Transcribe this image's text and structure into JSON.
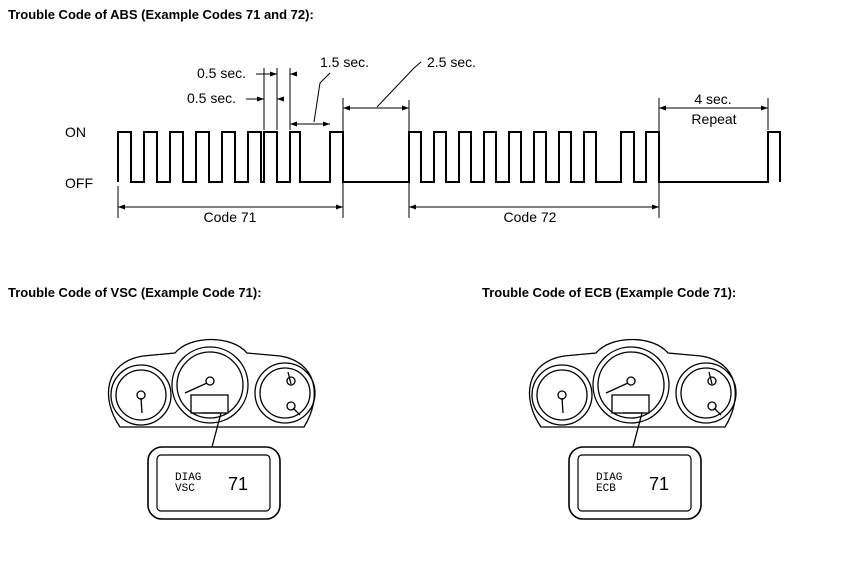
{
  "headings": {
    "abs": "Trouble Code of ABS (Example Codes 71 and 72):",
    "vsc": "Trouble Code of VSC (Example Code 71):",
    "ecb": "Trouble Code of ECB (Example Code 71):"
  },
  "timing": {
    "on_label": "ON",
    "off_label": "OFF",
    "short_on": "0.5 sec.",
    "short_off": "0.5 sec.",
    "digit_gap": "1.5 sec.",
    "code_gap": "2.5 sec.",
    "repeat_gap": "4 sec.",
    "repeat_label": "Repeat",
    "code1": "Code 71",
    "code2": "Code 72"
  },
  "displays": {
    "vsc": {
      "line1": "DIAG",
      "line2": "VSC",
      "code": "71"
    },
    "ecb": {
      "line1": "DIAG",
      "line2": "ECB",
      "code": "71"
    }
  }
}
